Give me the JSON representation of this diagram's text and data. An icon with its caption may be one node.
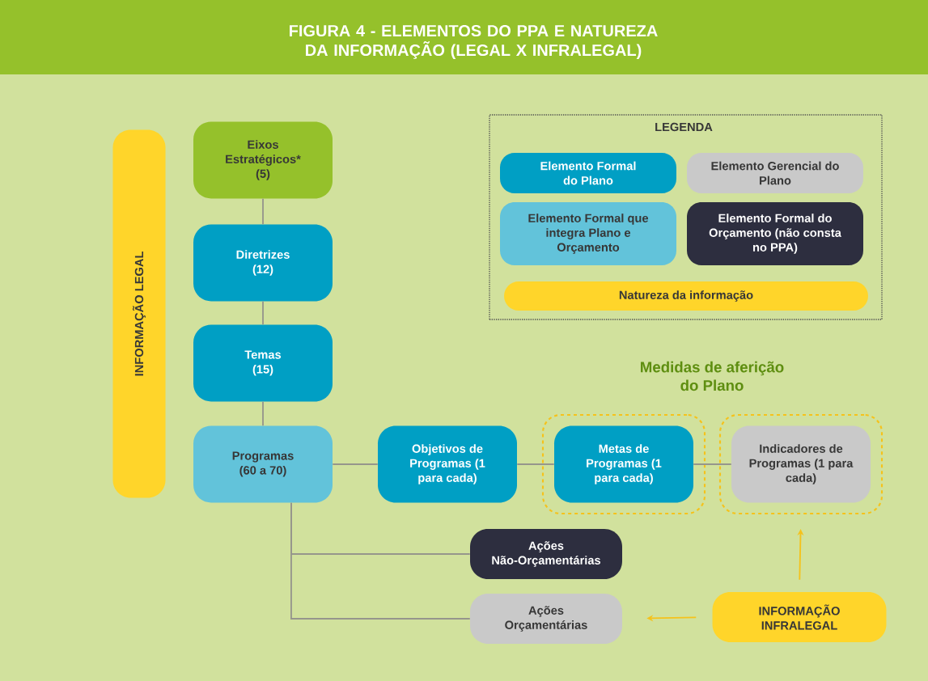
{
  "diagram": {
    "title": "FIGURA 4 - ELEMENTOS DO PPA E NATUREZA DA INFORMAÇÃO (LEGAL X INFRALEGAL)",
    "nodes": [
      {
        "text": [
          "INFORMAÇÃO LEGAL"
        ]
      },
      {
        "text": [
          "Eixos Estratégicos* (5)"
        ]
      },
      {
        "text": [
          "Diretrizes (12)"
        ]
      },
      {
        "text": [
          "Temas (15)"
        ]
      },
      {
        "text": [
          "Programas (60 a 70)"
        ]
      },
      {
        "text": [
          "Objetivos de Programas (1 para cada)"
        ]
      },
      {
        "text": [],
        "shape": "box"
      },
      {
        "text": [
          "Metas de Programas (1 para cada)"
        ],
        "in": 6
      },
      {
        "text": [],
        "shape": "box"
      },
      {
        "text": [
          "Indicadores de Programas (1 para cada)"
        ],
        "in": 8
      },
      {
        "text": [
          "Ações Não-Orçamentárias"
        ]
      },
      {
        "text": [
          "Ações Orçamentárias"
        ]
      },
      {
        "text": [
          "INFORMAÇÃO INFRALEGAL"
        ]
      }
    ],
    "edges": [
      {
        "from": 1,
        "to": 2,
        "arrow": "none"
      },
      {
        "from": 2,
        "to": 3,
        "arrow": "none"
      },
      {
        "from": 3,
        "to": 4,
        "arrow": "none"
      },
      {
        "from": 4,
        "to": 5,
        "arrow": "none"
      },
      {
        "from": 5,
        "to": 7,
        "arrow": "none"
      },
      {
        "from": 7,
        "to": 9,
        "arrow": "none"
      },
      {
        "from": 4,
        "to": 10,
        "arrow": "none"
      },
      {
        "from": 4,
        "to": 11,
        "arrow": "none"
      },
      {
        "from": 12,
        "to": 8,
        "arrow": "to",
        "color": "#f5c21b"
      },
      {
        "from": 12,
        "to": 11,
        "arrow": "to",
        "color": "#f5c21b"
      }
    ],
    "labels": [
      "LEGENDA",
      "Medidas de aferição do Plano"
    ],
    "legend": [
      {
        "text": "Elemento Formal do Plano",
        "color": "#009fc4"
      },
      {
        "text": "Elemento Gerencial do Plano",
        "color": "#c9c9c9"
      },
      {
        "text": "Elemento Formal que integra Plano e Orçamento",
        "color": "#62c3da"
      },
      {
        "text": "Elemento Formal do Orçamento (não consta no PPA)",
        "color": "#2d2e3f"
      },
      {
        "text": "Natureza da informação",
        "color": "#ffd52a"
      }
    ]
  }
}
